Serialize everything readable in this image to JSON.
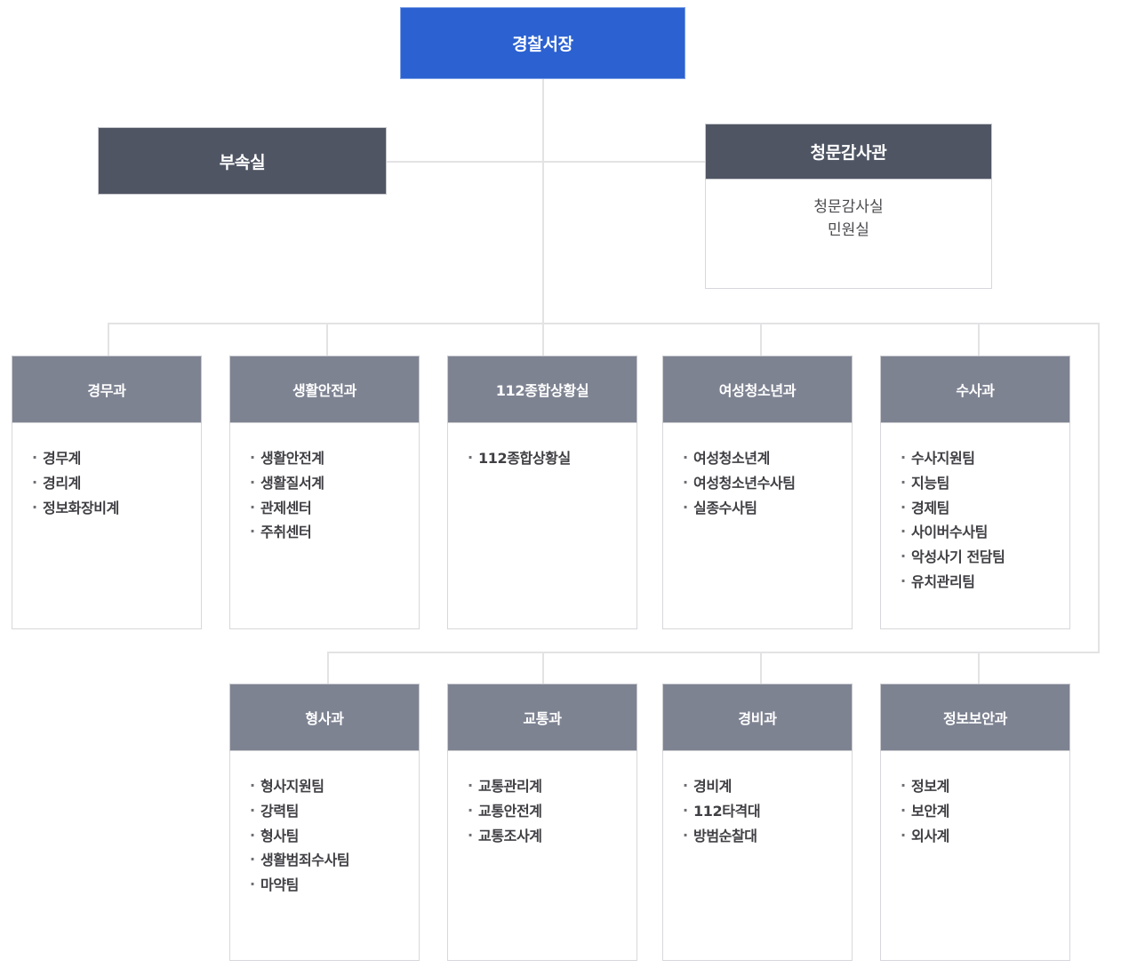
{
  "root": {
    "label": "경찰서장",
    "color": "#2b61d1"
  },
  "staff": {
    "attached": {
      "label": "부속실",
      "color": "#4f5563"
    },
    "audit": {
      "label": "청문감사관",
      "color": "#4f5563",
      "items": [
        "청문감사실",
        "민원실"
      ]
    }
  },
  "departments_row1": [
    {
      "label": "경무과",
      "items": [
        "경무계",
        "경리계",
        "정보화장비계"
      ]
    },
    {
      "label": "생활안전과",
      "items": [
        "생활안전계",
        "생활질서계",
        "관제센터",
        "주취센터"
      ]
    },
    {
      "label": "112종합상황실",
      "items": [
        "112종합상황실"
      ]
    },
    {
      "label": "여성청소년과",
      "items": [
        "여성청소년계",
        "여성청소년수사팀",
        "실종수사팀"
      ]
    },
    {
      "label": "수사과",
      "items": [
        "수사지원팀",
        "지능팀",
        "경제팀",
        "사이버수사팀",
        "악성사기 전담팀",
        "유치관리팀"
      ]
    }
  ],
  "departments_row2": [
    {
      "label": "형사과",
      "items": [
        "형사지원팀",
        "강력팀",
        "형사팀",
        "생활범죄수사팀",
        "마약팀"
      ]
    },
    {
      "label": "교통과",
      "items": [
        "교통관리계",
        "교통안전계",
        "교통조사계"
      ]
    },
    {
      "label": "경비과",
      "items": [
        "경비계",
        "112타격대",
        "방범순찰대"
      ]
    },
    {
      "label": "정보보안과",
      "items": [
        "정보계",
        "보안계",
        "외사계"
      ]
    }
  ],
  "theme": {
    "header_gray": "#7e8392",
    "header_dark": "#4f5563",
    "line_color": "#e3e3e5",
    "body_border": "#d8d8dc"
  }
}
